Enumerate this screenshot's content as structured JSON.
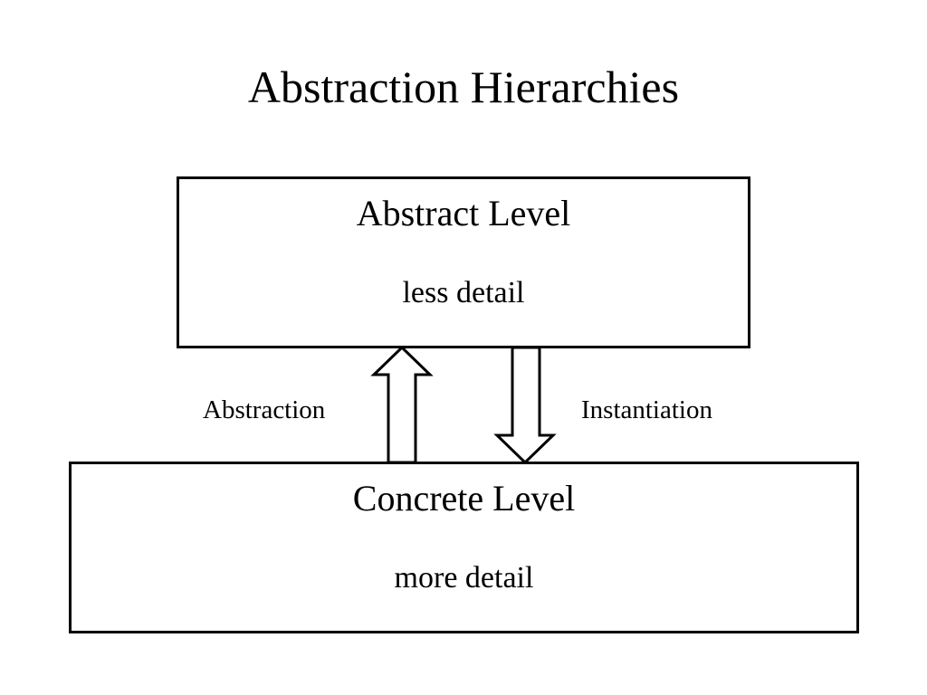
{
  "title": "Abstraction Hierarchies",
  "abstract_level": {
    "heading": "Abstract Level",
    "detail": "less detail"
  },
  "concrete_level": {
    "heading": "Concrete Level",
    "detail": "more detail"
  },
  "arrows": {
    "up_label": "Abstraction",
    "down_label": "Instantiation"
  }
}
